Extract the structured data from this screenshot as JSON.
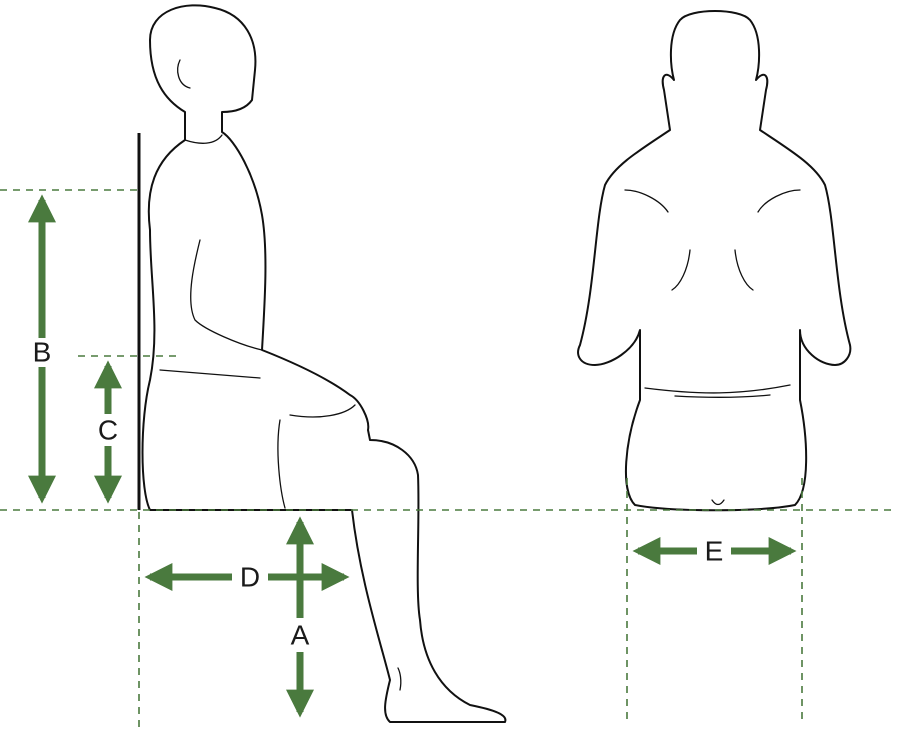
{
  "diagram": {
    "accent_color": "#4a7a3e",
    "labels": {
      "a": "A",
      "b": "B",
      "c": "C",
      "d": "D",
      "e": "E"
    }
  }
}
